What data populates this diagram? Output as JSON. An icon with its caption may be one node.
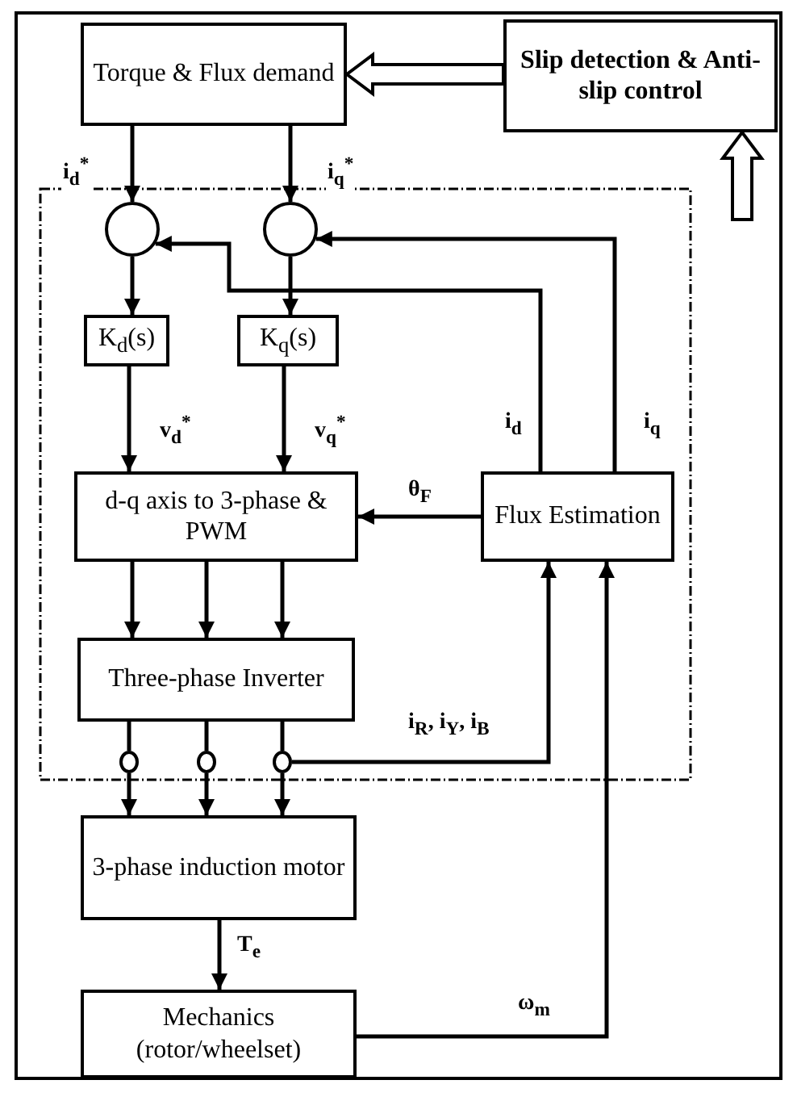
{
  "diagram": {
    "nodes": [
      {
        "text": [
          "Torque & Flux demand"
        ]
      },
      {
        "text": [
          "Slip detection & Anti-slip control"
        ]
      },
      {
        "text": [],
        "shape": "circle"
      },
      {
        "text": [],
        "shape": "circle"
      },
      {
        "text": [
          "K$_{d}$(s)"
        ]
      },
      {
        "text": [
          "K$_{q}$(s)"
        ]
      },
      {
        "text": [
          "d-q axis to 3-phase & PWM"
        ]
      },
      {
        "text": [
          "Flux Estimation"
        ]
      },
      {
        "text": [
          "Three-phase Inverter"
        ]
      },
      {
        "text": [
          "3-phase induction motor"
        ]
      },
      {
        "text": [
          "Mechanics (rotor/wheelset)"
        ]
      },
      {
        "text": [],
        "shape": "circle"
      },
      {
        "text": [],
        "shape": "circle"
      },
      {
        "text": [],
        "shape": "circle"
      }
    ],
    "edges": [
      {
        "from": 0,
        "to": 2,
        "arrow": "to",
        "label": "i$_{d}$$^{*}$"
      },
      {
        "from": 0,
        "to": 3,
        "arrow": "to",
        "label": "i$_{q}$$^{*}$"
      },
      {
        "from": 1,
        "to": 0,
        "arrow": "to",
        "style": "thick"
      },
      {
        "from": null,
        "to": 1,
        "arrow": "to",
        "style": "thick"
      },
      {
        "from": 2,
        "to": 4,
        "arrow": "to"
      },
      {
        "from": 3,
        "to": 5,
        "arrow": "to"
      },
      {
        "from": 4,
        "to": 6,
        "arrow": "to",
        "label": "v$_{d}$$^{*}$"
      },
      {
        "from": 5,
        "to": 6,
        "arrow": "to",
        "label": "v$_{q}$$^{*}$"
      },
      {
        "from": 7,
        "to": 2,
        "arrow": "to",
        "label": "i$_{d}$"
      },
      {
        "from": 7,
        "to": 3,
        "arrow": "to",
        "label": "i$_{q}$"
      },
      {
        "from": 7,
        "to": 6,
        "arrow": "to",
        "label": "θ$_{F}$"
      },
      {
        "from": 6,
        "to": 8,
        "arrow": "to"
      },
      {
        "from": 6,
        "to": 8,
        "arrow": "to"
      },
      {
        "from": 6,
        "to": 8,
        "arrow": "to"
      },
      {
        "from": 8,
        "to": 11,
        "arrow": "none"
      },
      {
        "from": 8,
        "to": 12,
        "arrow": "none"
      },
      {
        "from": 8,
        "to": 13,
        "arrow": "none"
      },
      {
        "from": 11,
        "to": 9,
        "arrow": "to"
      },
      {
        "from": 12,
        "to": 9,
        "arrow": "to"
      },
      {
        "from": 13,
        "to": 9,
        "arrow": "to"
      },
      {
        "from": 13,
        "to": 7,
        "arrow": "to",
        "label": "i$_{R}$, i$_{Y}$, i$_{B}$"
      },
      {
        "from": 9,
        "to": 10,
        "arrow": "to",
        "label": "T$_{e}$"
      },
      {
        "from": 10,
        "to": 7,
        "arrow": "to",
        "label": "ω$_{m}$"
      }
    ]
  }
}
